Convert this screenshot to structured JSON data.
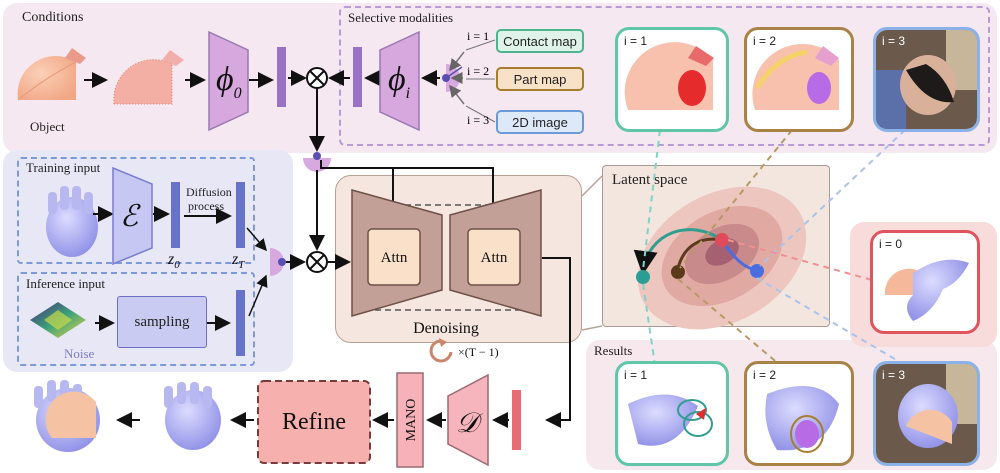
{
  "conditions": {
    "title": "Conditions",
    "object_label": "Object",
    "phi0": "ϕ",
    "phi0_sub": "0",
    "phii": "ϕ",
    "phii_sub": "i"
  },
  "modalities": {
    "title": "Selective modalities",
    "items": [
      {
        "index": "i = 1",
        "label": "Contact map",
        "color": "#2f9e7e"
      },
      {
        "index": "i = 2",
        "label": "Part map",
        "color": "#a67c2e"
      },
      {
        "index": "i = 3",
        "label": "2D image",
        "color": "#5b8fd6"
      }
    ],
    "thumbs": [
      "i = 1",
      "i = 2",
      "i = 3"
    ]
  },
  "training": {
    "title": "Training input",
    "encoder": "ℰ",
    "diffusion": "Diffusion\nprocess",
    "diffusion_l1": "Diffusion",
    "diffusion_l2": "process",
    "z0": "z",
    "z0_sub": "0",
    "zT": "z",
    "zT_sub": "T"
  },
  "inference": {
    "title": "Inference input",
    "noise": "Noise",
    "sampling": "sampling"
  },
  "denoise": {
    "title": "Denoising",
    "attn1": "Attn",
    "attn2": "Attn",
    "repeat": "×(T − 1)"
  },
  "latent": {
    "title": "Latent space"
  },
  "prior": {
    "label": "i = 0"
  },
  "results": {
    "title": "Results",
    "items": [
      "i = 1",
      "i = 2",
      "i = 3"
    ]
  },
  "decoder": {
    "decoder": "𝒟",
    "mano": "MANO",
    "refine": "Refine"
  },
  "colors": {
    "pink_bg": "#f5e6ef",
    "purple_block": "#d4a9dc",
    "blue_bg": "#e9e8f7",
    "denoise_bg": "#f3e6df",
    "refine": "#f6b1b1",
    "teal": "#2f9e8f",
    "brown": "#5a3a1a",
    "blue_dot": "#4a6ee0",
    "red_dot": "#e04a5a"
  }
}
